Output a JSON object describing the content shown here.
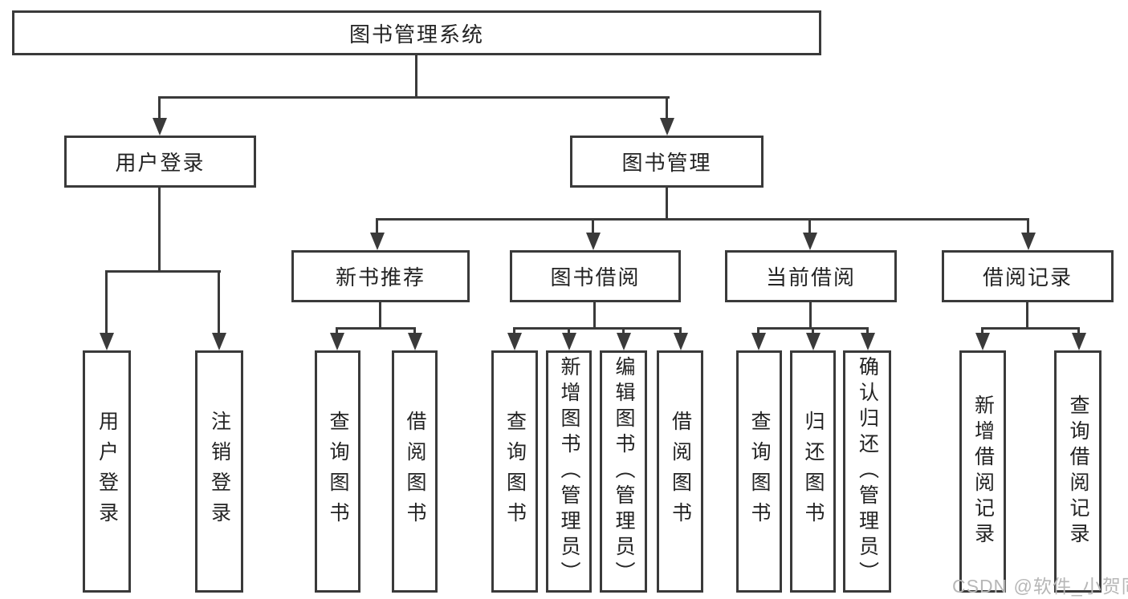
{
  "colors": {
    "background": "#ffffff",
    "line": "#3a3a3a",
    "text": "#232323",
    "watermark": "#b7b7b7"
  },
  "watermark": "CSDN @软件_小贺同学",
  "hierarchy": {
    "root": "图书管理系统",
    "level2": [
      "用户登录",
      "图书管理"
    ],
    "level3": [
      "新书推荐",
      "图书借阅",
      "当前借阅",
      "借阅记录"
    ],
    "leaves": {
      "user_login": [
        "用户登录",
        "注销登录"
      ],
      "new_books": [
        "查询图书",
        "借阅图书"
      ],
      "book_borrow": [
        "查询图书",
        "新增图书（管理员）",
        "编辑图书（管理员）",
        "借阅图书"
      ],
      "current_borrow": [
        "查询图书",
        "归还图书",
        "确认归还（管理员）"
      ],
      "borrow_records": [
        "新增借阅记录",
        "查询借阅记录"
      ]
    }
  }
}
